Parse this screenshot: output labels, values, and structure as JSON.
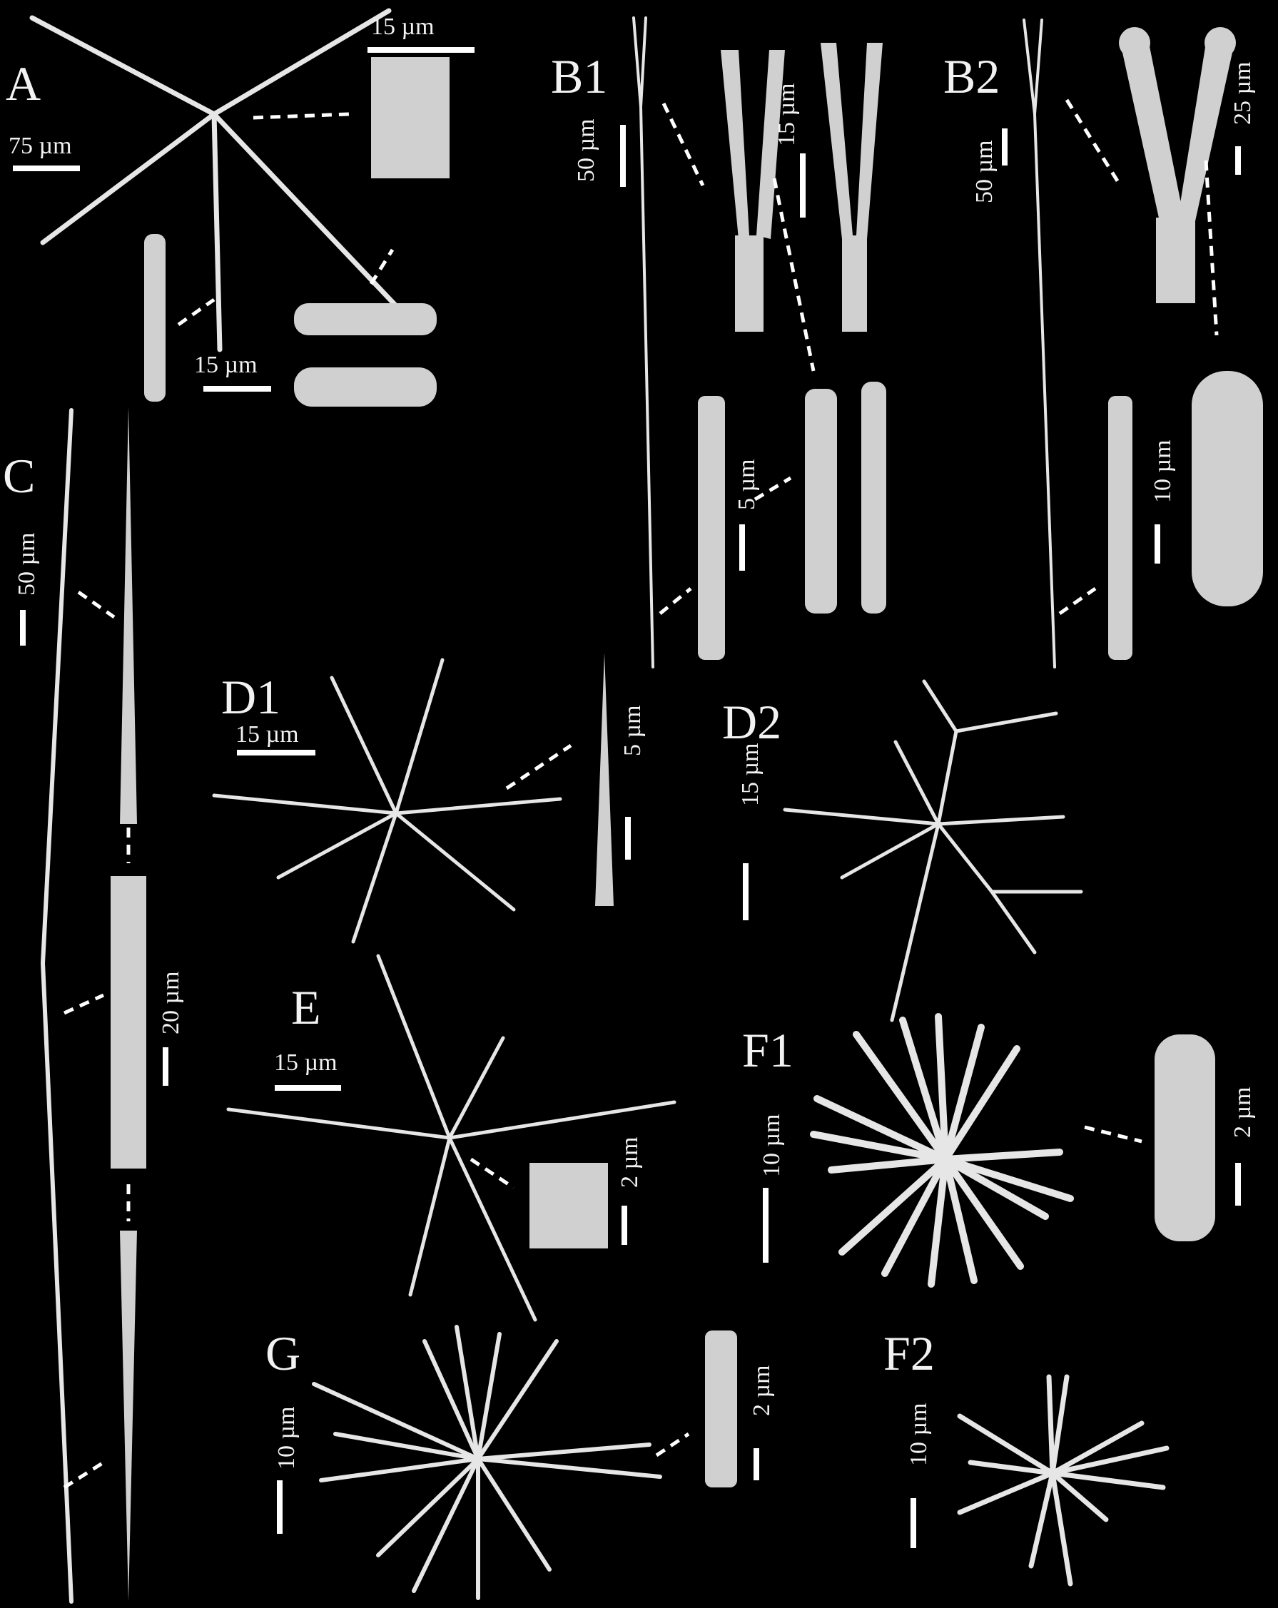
{
  "figure": {
    "background": "#000000",
    "spicule_color": "#e6e6e6",
    "panels": [
      {
        "id": "A",
        "label": "A",
        "scales": [
          "75 µm",
          "15 µm",
          "15 µm"
        ]
      },
      {
        "id": "B1",
        "label": "B1",
        "scales": [
          "50 µm",
          "15 µm",
          "5 µm"
        ]
      },
      {
        "id": "B2",
        "label": "B2",
        "scales": [
          "50 µm",
          "25 µm",
          "10 µm"
        ]
      },
      {
        "id": "C",
        "label": "C",
        "scales": [
          "50 µm",
          "20 µm"
        ]
      },
      {
        "id": "D1",
        "label": "D1",
        "scales": [
          "15 µm",
          "5 µm"
        ]
      },
      {
        "id": "D2",
        "label": "D2",
        "scales": [
          "15 µm"
        ]
      },
      {
        "id": "E",
        "label": "E",
        "scales": [
          "15 µm",
          "2 µm"
        ]
      },
      {
        "id": "F1",
        "label": "F1",
        "scales": [
          "10 µm",
          "2 µm"
        ]
      },
      {
        "id": "G",
        "label": "G",
        "scales": [
          "10 µm",
          "2 µm"
        ]
      },
      {
        "id": "F2",
        "label": "F2",
        "scales": [
          "10 µm"
        ]
      }
    ]
  }
}
